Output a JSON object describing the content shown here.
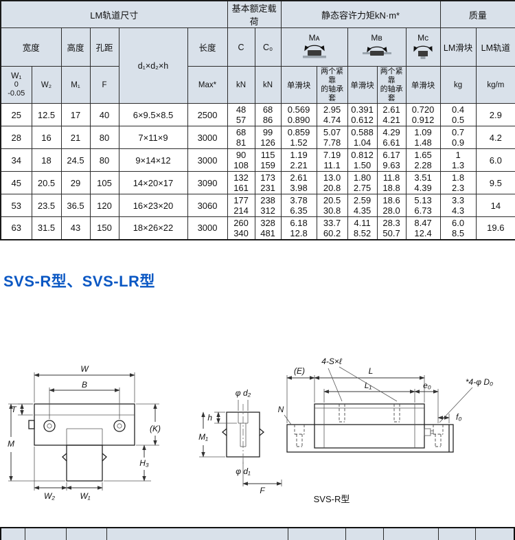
{
  "page": {
    "section_title": "SVS-R型、SVS-LR型"
  },
  "table": {
    "groups": {
      "rail_dims": "LM轨道尺寸",
      "basic_load": "基本额定载荷",
      "static_moment": "静态容许力矩kN·m*",
      "mass": "质量"
    },
    "headers": {
      "width": "宽度",
      "height": "高度",
      "pitch": "孔距",
      "length": "长度",
      "c": "C",
      "c0": "C₀",
      "ma": "Mᴀ",
      "mb": "Mʙ",
      "mc": "Mᴄ",
      "lm_block": "LM滑块",
      "lm_rail": "LM轨道"
    },
    "moment_icons": {
      "ma": "pitch-moment-icon",
      "mb": "yaw-moment-icon",
      "mc": "roll-moment-icon"
    },
    "subheaders": {
      "w1": "W₁",
      "w1_tol_upper": "0",
      "w1_tol_lower": "-0.05",
      "w2": "W₂",
      "m1": "M₁",
      "f": "F",
      "d": "d₁×d₂×h",
      "max": "Max*",
      "kn": "kN",
      "single_block": "单滑块",
      "double_block_line1": "两个紧靠",
      "double_block_line2": "的轴承套",
      "kg": "kg",
      "kg_per_m": "kg/m"
    },
    "rows": [
      {
        "w1": "25",
        "w2": "12.5",
        "m1": "17",
        "f": "40",
        "d": "6×9.5×8.5",
        "max": "2500",
        "c": [
          "48",
          "57"
        ],
        "c0": [
          "68",
          "86"
        ],
        "ma_single": [
          "0.569",
          "0.890"
        ],
        "ma_double": [
          "2.95",
          "4.74"
        ],
        "mb_single": [
          "0.391",
          "0.612"
        ],
        "mb_double": [
          "2.61",
          "4.21"
        ],
        "mc_single": [
          "0.720",
          "0.912"
        ],
        "block_mass": [
          "0.4",
          "0.5"
        ],
        "rail_mass": "2.9"
      },
      {
        "w1": "28",
        "w2": "16",
        "m1": "21",
        "f": "80",
        "d": "7×11×9",
        "max": "3000",
        "c": [
          "68",
          "81"
        ],
        "c0": [
          "99",
          "126"
        ],
        "ma_single": [
          "0.859",
          "1.52"
        ],
        "ma_double": [
          "5.07",
          "7.78"
        ],
        "mb_single": [
          "0.588",
          "1.04"
        ],
        "mb_double": [
          "4.29",
          "6.61"
        ],
        "mc_single": [
          "1.09",
          "1.48"
        ],
        "block_mass": [
          "0.7",
          "0.9"
        ],
        "rail_mass": "4.2"
      },
      {
        "w1": "34",
        "w2": "18",
        "m1": "24.5",
        "f": "80",
        "d": "9×14×12",
        "max": "3000",
        "c": [
          "90",
          "108"
        ],
        "c0": [
          "115",
          "159"
        ],
        "ma_single": [
          "1.19",
          "2.21"
        ],
        "ma_double": [
          "7.19",
          "11.1"
        ],
        "mb_single": [
          "0.812",
          "1.50"
        ],
        "mb_double": [
          "6.17",
          "9.63"
        ],
        "mc_single": [
          "1.65",
          "2.28"
        ],
        "block_mass": [
          "1",
          "1.3"
        ],
        "rail_mass": "6.0"
      },
      {
        "w1": "45",
        "w2": "20.5",
        "m1": "29",
        "f": "105",
        "d": "14×20×17",
        "max": "3090",
        "c": [
          "132",
          "161"
        ],
        "c0": [
          "173",
          "231"
        ],
        "ma_single": [
          "2.61",
          "3.98"
        ],
        "ma_double": [
          "13.0",
          "20.8"
        ],
        "mb_single": [
          "1.80",
          "2.75"
        ],
        "mb_double": [
          "11.8",
          "18.8"
        ],
        "mc_single": [
          "3.51",
          "4.39"
        ],
        "block_mass": [
          "1.8",
          "2.3"
        ],
        "rail_mass": "9.5"
      },
      {
        "w1": "53",
        "w2": "23.5",
        "m1": "36.5",
        "f": "120",
        "d": "16×23×20",
        "max": "3060",
        "c": [
          "177",
          "214"
        ],
        "c0": [
          "238",
          "312"
        ],
        "ma_single": [
          "3.78",
          "6.35"
        ],
        "ma_double": [
          "20.5",
          "30.8"
        ],
        "mb_single": [
          "2.59",
          "4.35"
        ],
        "mb_double": [
          "18.6",
          "28.0"
        ],
        "mc_single": [
          "5.13",
          "6.73"
        ],
        "block_mass": [
          "3.3",
          "4.3"
        ],
        "rail_mass": "14"
      },
      {
        "w1": "63",
        "w2": "31.5",
        "m1": "43",
        "f": "150",
        "d": "18×26×22",
        "max": "3000",
        "c": [
          "260",
          "340"
        ],
        "c0": [
          "328",
          "481"
        ],
        "ma_single": [
          "6.18",
          "12.8"
        ],
        "ma_double": [
          "33.7",
          "60.2"
        ],
        "mb_single": [
          "4.11",
          "8.52"
        ],
        "mb_double": [
          "28.3",
          "50.7"
        ],
        "mc_single": [
          "8.47",
          "12.4"
        ],
        "block_mass": [
          "6.0",
          "8.5"
        ],
        "rail_mass": "19.6"
      }
    ]
  },
  "diagram_front": {
    "w": "W",
    "b": "B",
    "t": "T",
    "m": "M",
    "k": "(K)",
    "h3": "H₃",
    "w2": "W₂",
    "w1": "W₁"
  },
  "diagram_side": {
    "s_bolt": "4-S×ℓ",
    "e": "(E)",
    "l": "L",
    "l1": "L₁",
    "e0": "e₀",
    "d0": "*4-φ D₀",
    "n": "N",
    "d2": "φ d₂",
    "m1": "M₁",
    "h": "h",
    "d1": "φ d₁",
    "f": "F",
    "f0": "f₀",
    "caption": "SVS-R型"
  }
}
